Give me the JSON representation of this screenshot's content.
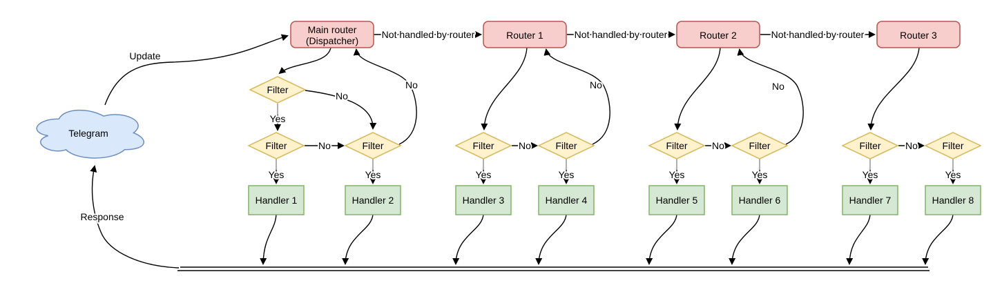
{
  "diagram": {
    "cloud_label": "Telegram",
    "edge_labels": {
      "update": "Update",
      "response": "Response",
      "not_handled": "Not handled by router",
      "yes": "Yes",
      "no": "No"
    },
    "routers": [
      {
        "line1": "Main router",
        "line2": "(Dispatcher)"
      },
      {
        "line1": "Router 1"
      },
      {
        "line1": "Router 2"
      },
      {
        "line1": "Router 3"
      }
    ],
    "filter_label": "Filter",
    "handlers": [
      "Handler 1",
      "Handler 2",
      "Handler 3",
      "Handler 4",
      "Handler 5",
      "Handler 6",
      "Handler 7",
      "Handler 8"
    ],
    "colors": {
      "router_fill": "#f8cecc",
      "router_stroke": "#b85450",
      "filter_fill": "#fff2cc",
      "filter_stroke": "#d6b656",
      "handler_fill": "#d5e8d4",
      "handler_stroke": "#82b366",
      "cloud_fill": "#dae8fc",
      "cloud_stroke": "#6c8ebf",
      "edge": "#000000"
    }
  }
}
